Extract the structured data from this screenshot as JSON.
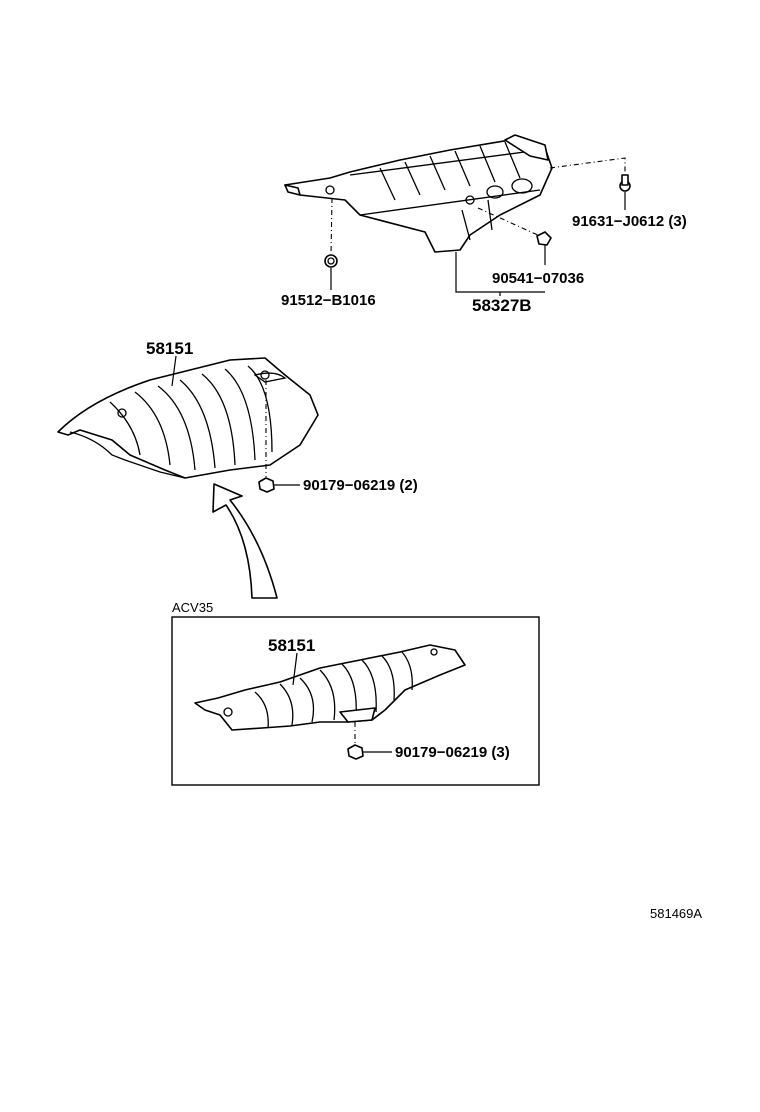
{
  "callouts": {
    "bolt_top_right": "91631−J0612 (3)",
    "nut_center": "90541−07036",
    "bolt_left": "91512−B1016",
    "upper_insulator": "58327B",
    "main_insulator": "58151",
    "nut_main": "90179−06219 (2)",
    "inset_insulator": "58151",
    "nut_inset": "90179−06219 (3)"
  },
  "inset": {
    "title": "ACV35"
  },
  "figure_id": "581469A"
}
